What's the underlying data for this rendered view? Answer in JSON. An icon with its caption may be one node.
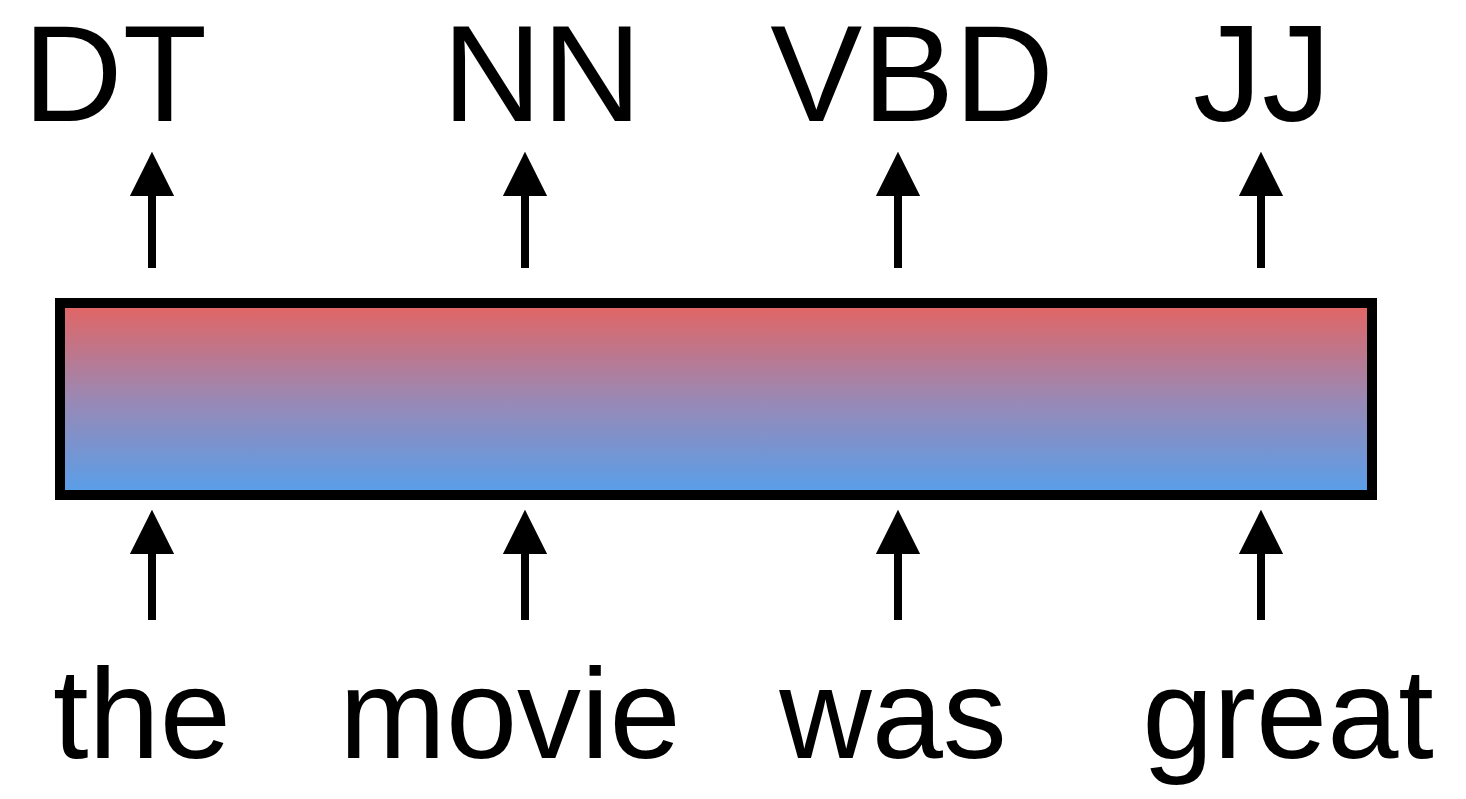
{
  "diagram": {
    "nodes": [
      {
        "text": [
          "DT"
        ]
      },
      {
        "text": [
          "NN"
        ]
      },
      {
        "text": [
          "VBD"
        ]
      },
      {
        "text": [
          "JJ"
        ]
      },
      {
        "text": [],
        "shape": "box"
      },
      {
        "text": [
          "the"
        ]
      },
      {
        "text": [
          "movie"
        ]
      },
      {
        "text": [
          "was"
        ]
      },
      {
        "text": [
          "great"
        ]
      }
    ],
    "edges": [
      {
        "from": 4,
        "to": 0,
        "arrow": "to"
      },
      {
        "from": 4,
        "to": 1,
        "arrow": "to"
      },
      {
        "from": 4,
        "to": 2,
        "arrow": "to"
      },
      {
        "from": 4,
        "to": 3,
        "arrow": "to"
      },
      {
        "from": 5,
        "to": 4,
        "arrow": "to"
      },
      {
        "from": 6,
        "to": 4,
        "arrow": "to"
      },
      {
        "from": 7,
        "to": 4,
        "arrow": "to"
      },
      {
        "from": 8,
        "to": 4,
        "arrow": "to"
      }
    ]
  }
}
